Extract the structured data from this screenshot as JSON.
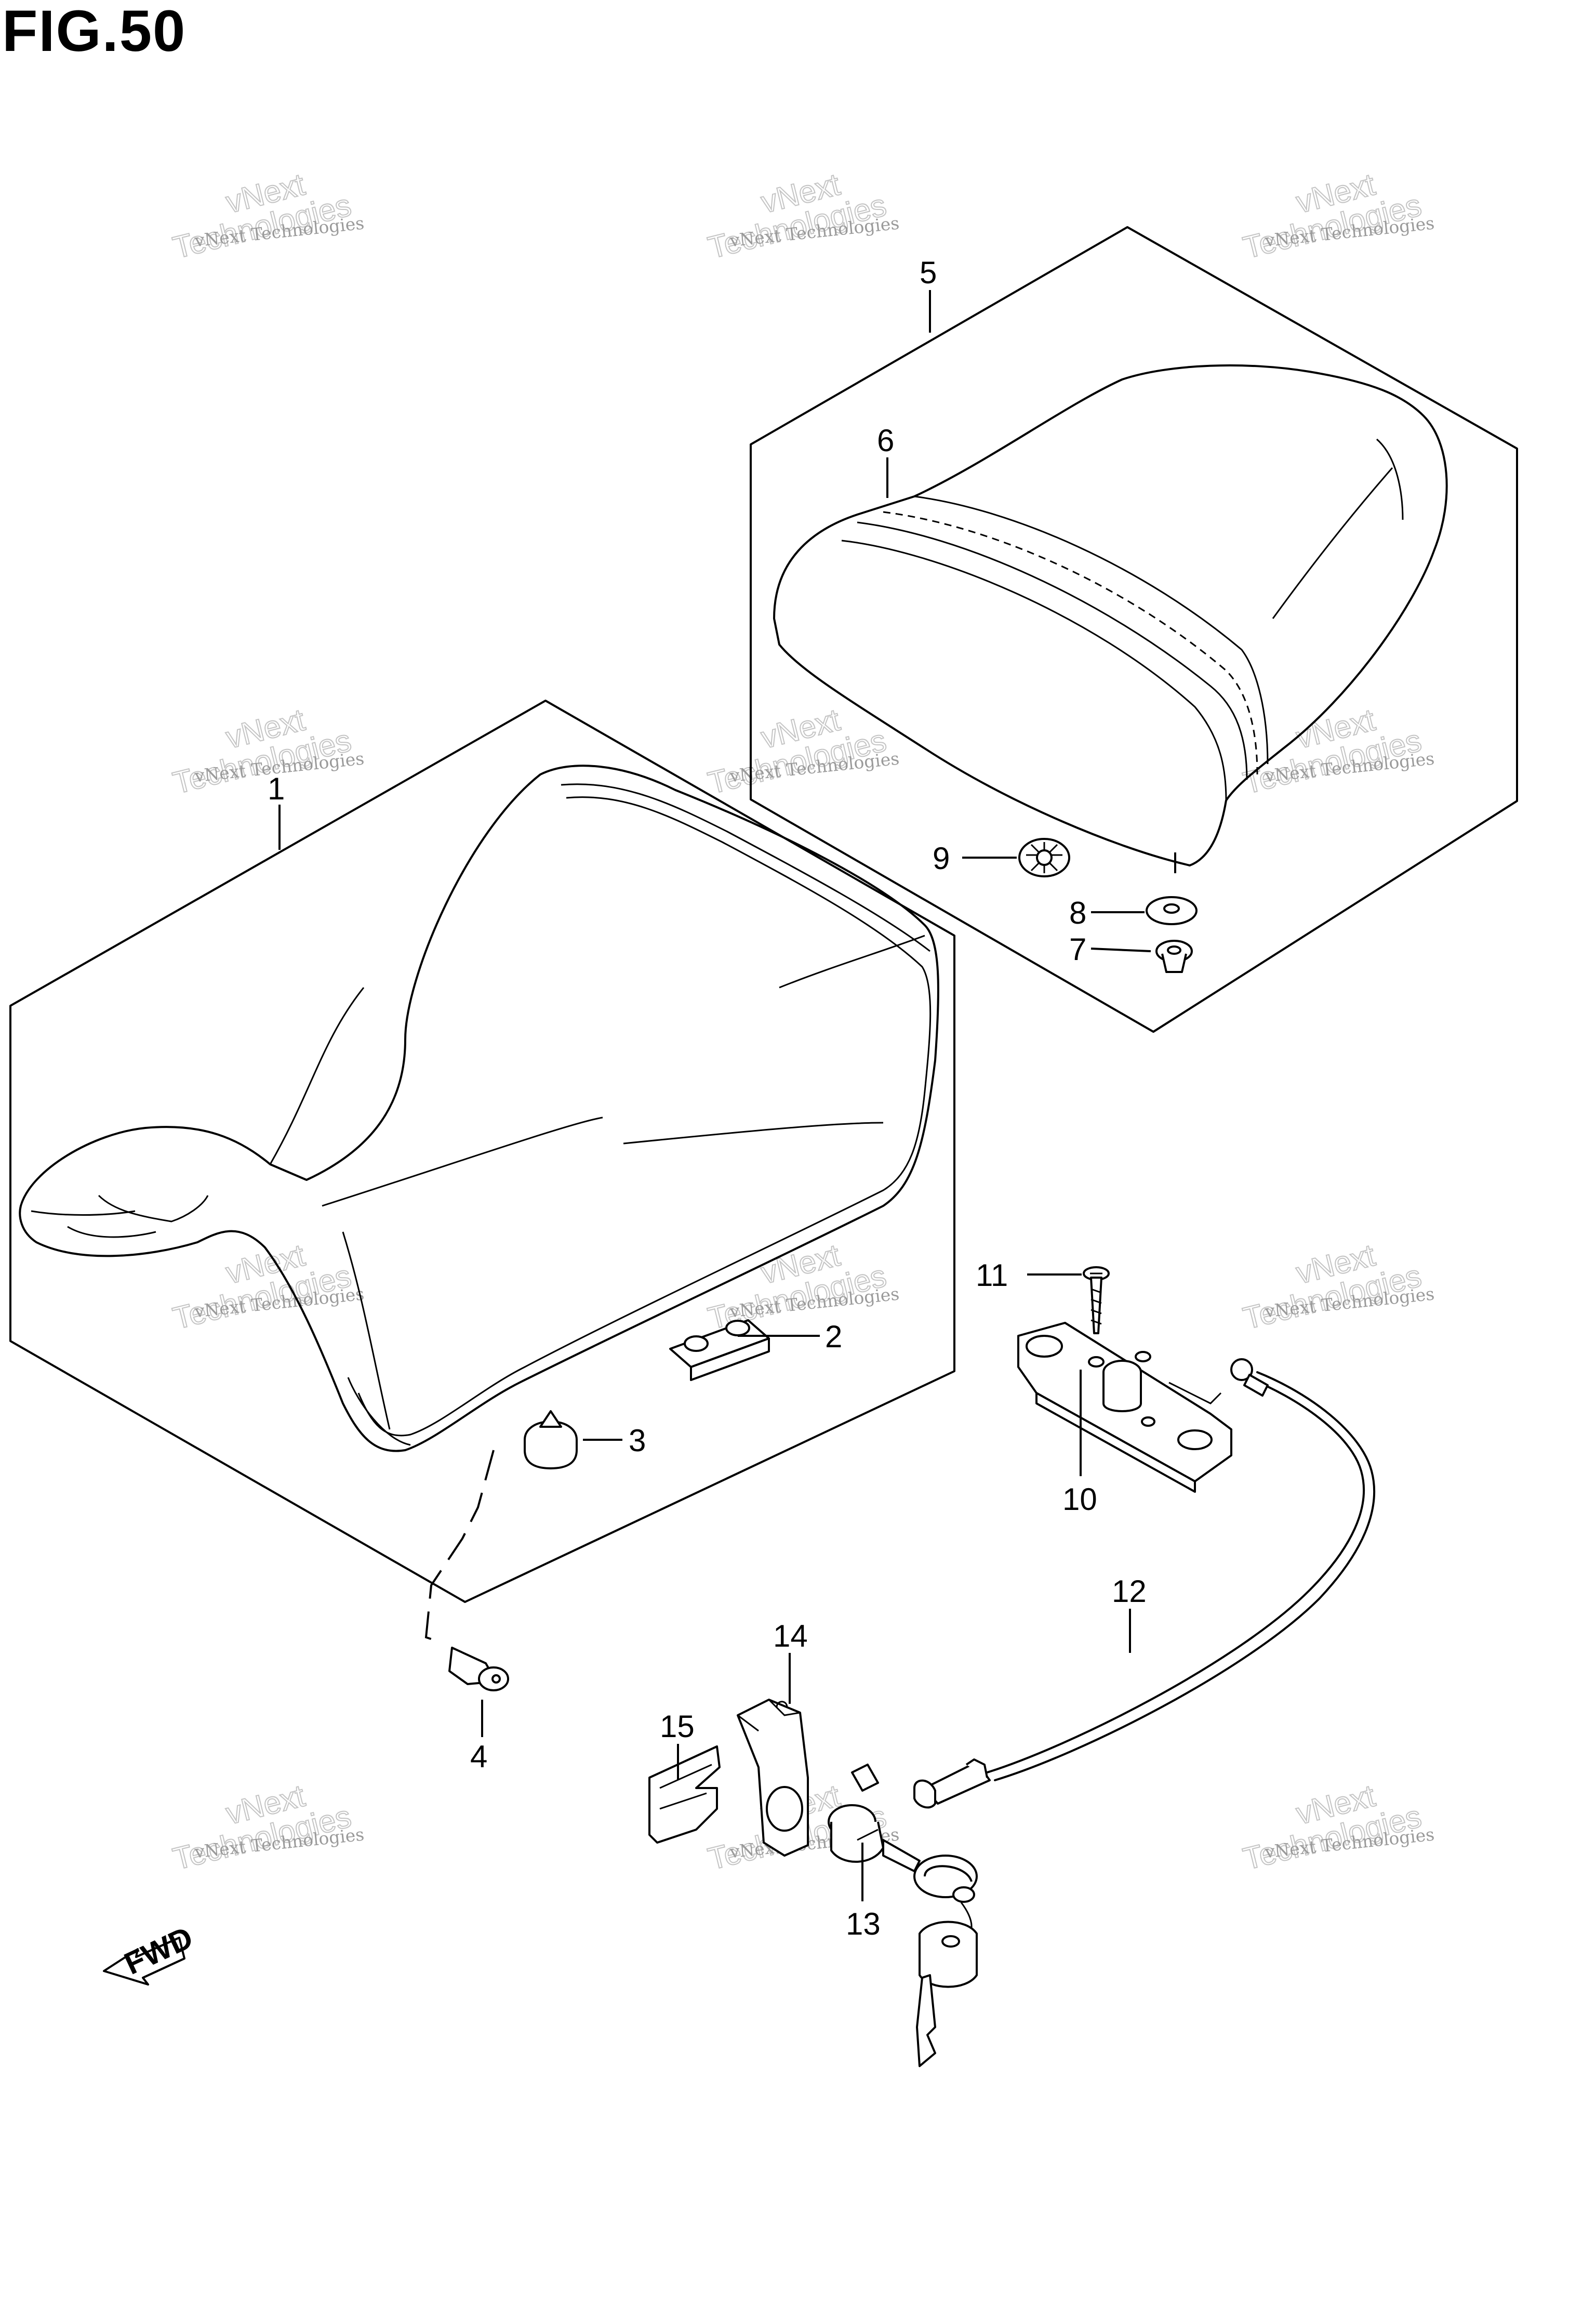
{
  "figure": {
    "title": "FIG.50"
  },
  "watermark": {
    "line1": "vNext Technologies",
    "line2": "Technologies",
    "line3": "vNext"
  },
  "parts": [
    {
      "id": "1",
      "label": "1"
    },
    {
      "id": "2",
      "label": "2"
    },
    {
      "id": "3",
      "label": "3"
    },
    {
      "id": "4",
      "label": "4"
    },
    {
      "id": "5",
      "label": "5"
    },
    {
      "id": "6",
      "label": "6"
    },
    {
      "id": "7",
      "label": "7"
    },
    {
      "id": "8",
      "label": "8"
    },
    {
      "id": "9",
      "label": "9"
    },
    {
      "id": "10",
      "label": "10"
    },
    {
      "id": "11",
      "label": "11"
    },
    {
      "id": "12",
      "label": "12"
    },
    {
      "id": "13",
      "label": "13"
    },
    {
      "id": "14",
      "label": "14"
    },
    {
      "id": "15",
      "label": "15"
    }
  ],
  "direction_arrow": {
    "label": "FWD"
  }
}
